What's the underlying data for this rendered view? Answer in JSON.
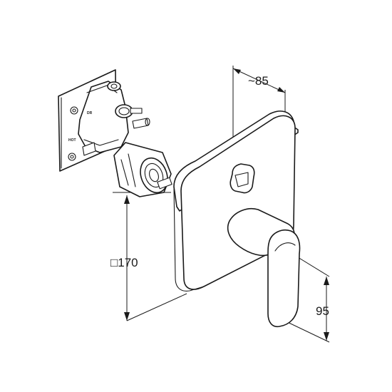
{
  "dimensions": {
    "depth": "~85",
    "plate": "□170",
    "lever_height": "95"
  },
  "valve_labels": {
    "top": "DR",
    "side": "HOT"
  }
}
